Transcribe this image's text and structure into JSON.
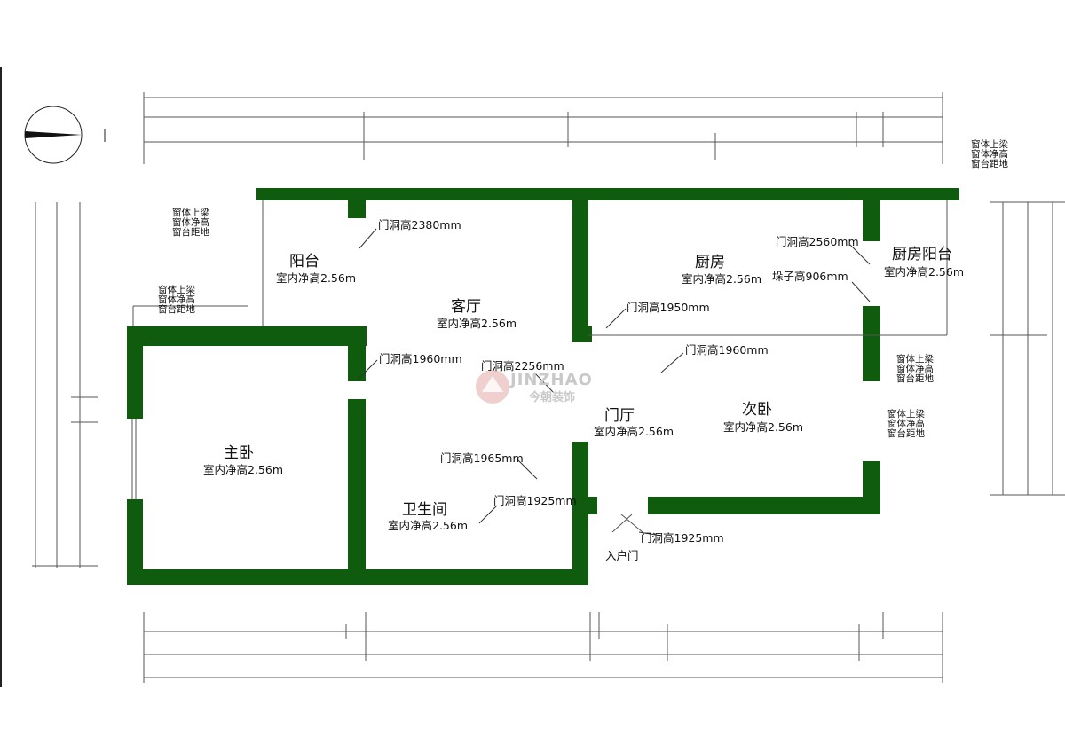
{
  "rooms": {
    "balcony": {
      "name": "阳台",
      "height": "室内净高2.56m"
    },
    "living": {
      "name": "客厅",
      "height": "室内净高2.56m"
    },
    "kitchen": {
      "name": "厨房",
      "height": "室内净高2.56m"
    },
    "kitchen_balcony": {
      "name": "厨房阳台",
      "height": "室内净高2.56m"
    },
    "master_bedroom": {
      "name": "主卧",
      "height": "室内净高2.56m"
    },
    "bathroom": {
      "name": "卫生间",
      "height": "室内净高2.56m"
    },
    "foyer": {
      "name": "门厅",
      "height": "室内净高2.56m"
    },
    "second_bedroom": {
      "name": "次卧",
      "height": "室内净高2.56m"
    }
  },
  "doors": {
    "d2380": "门洞高2380mm",
    "d2560": "门洞高2560mm",
    "pier": "垛子高906mm",
    "d1950": "门洞高1950mm",
    "d1960a": "门洞高1960mm",
    "d1960b": "门洞高1960mm",
    "d2256": "门洞高2256mm",
    "d1965": "门洞高1965mm",
    "d1925a": "门洞高1925mm",
    "d1925b": "门洞高1925mm",
    "entry": "入户门"
  },
  "window_labels": {
    "a": [
      "窗体上梁",
      "窗体净高",
      "窗台距地"
    ],
    "b": [
      "窗体上梁",
      "窗体净高",
      "窗台距地"
    ],
    "c": [
      "窗体上梁",
      "窗体净高",
      "窗台距地"
    ],
    "d": [
      "窗体上梁",
      "窗体净高",
      "窗台距地"
    ],
    "e": [
      "窗体上梁",
      "窗体净高",
      "窗台距地"
    ]
  },
  "logo": {
    "text": "JINZHAO",
    "sub": "今朝装饰"
  },
  "colors": {
    "wall": "#0f5c0f",
    "text": "#111111",
    "dim": "#555555"
  }
}
